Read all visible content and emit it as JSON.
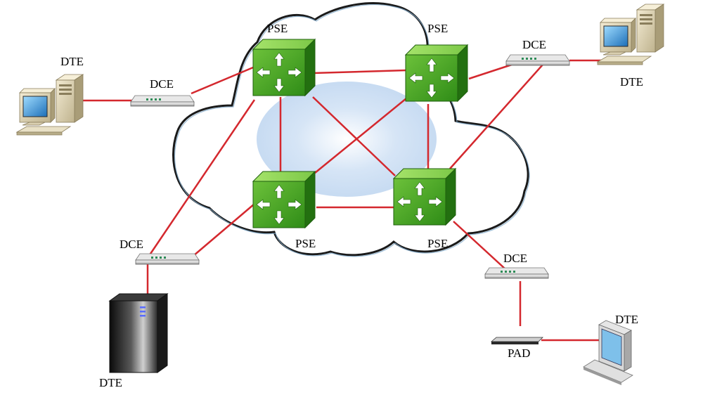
{
  "labels": {
    "pse_top_left": "PSE",
    "pse_top_right": "PSE",
    "pse_bottom_left": "PSE",
    "pse_bottom_right": "PSE",
    "dce_top_left": "DCE",
    "dce_top_right": "DCE",
    "dce_bottom_left": "DCE",
    "dce_bottom_right": "DCE",
    "dte_top_left": "DTE",
    "dte_top_right": "DTE",
    "dte_bottom_left": "DTE",
    "dte_bottom_right": "DTE",
    "pad": "PAD"
  },
  "colors": {
    "link": "#d4282e",
    "switch_front": "#3a9a1e",
    "switch_top": "#8fd651",
    "switch_side": "#23700f",
    "cloud_outline": "#1a1a1a",
    "cloud_glow": "#c7dbf2"
  },
  "icons": {
    "switch": "router-switch-icon",
    "modem": "modem-icon",
    "desktop": "desktop-computer-icon",
    "server": "server-tower-icon",
    "terminal": "terminal-icon",
    "pad": "pad-device-icon"
  }
}
